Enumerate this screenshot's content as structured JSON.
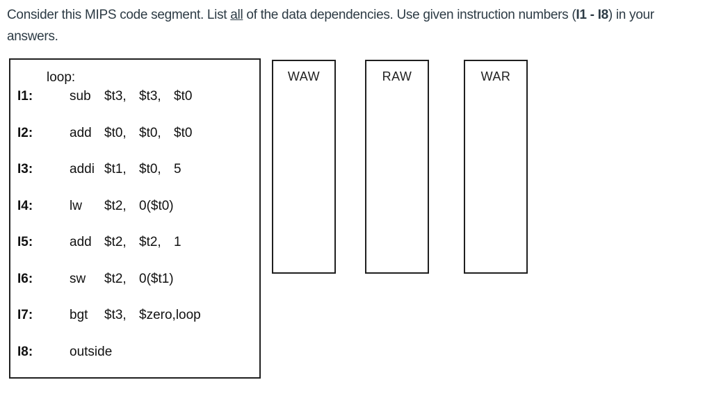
{
  "question": {
    "line1_part1": "Consider this MIPS code segment. List ",
    "line1_underlined": "all",
    "line1_part2": " of the data dependencies. Use given instruction numbers (",
    "line1_bold": "I1 - I8",
    "line1_part3": ") in your",
    "line2": "answers."
  },
  "code_box": {
    "loop_label": "loop:",
    "instructions": [
      {
        "label": "I1:",
        "op": "sub",
        "operands": [
          "$t3,",
          "$t3,",
          "$t0"
        ]
      },
      {
        "label": "I2:",
        "op": "add",
        "operands": [
          "$t0,",
          "$t0,",
          "$t0"
        ]
      },
      {
        "label": "I3:",
        "op": "addi",
        "operands": [
          "$t1,",
          "$t0,",
          "5"
        ]
      },
      {
        "label": "I4:",
        "op": "lw",
        "operands": [
          "$t2,",
          "0($t0)"
        ]
      },
      {
        "label": "I5:",
        "op": "add",
        "operands": [
          "$t2,",
          "$t2,",
          "1"
        ]
      },
      {
        "label": "I6:",
        "op": "sw",
        "operands": [
          "$t2,",
          "0($t1)"
        ]
      },
      {
        "label": "I7:",
        "op": "bgt",
        "operands": [
          "$t3,",
          "$zero,",
          "loop"
        ]
      },
      {
        "label": "I8:",
        "op": "outside",
        "operands": []
      }
    ]
  },
  "answer_boxes": [
    {
      "label": "WAW"
    },
    {
      "label": "RAW"
    },
    {
      "label": "WAR"
    }
  ],
  "colors": {
    "question_text": "#2d3b45",
    "code_text": "#111111",
    "box_border": "#1f1f1f",
    "background": "#ffffff"
  }
}
